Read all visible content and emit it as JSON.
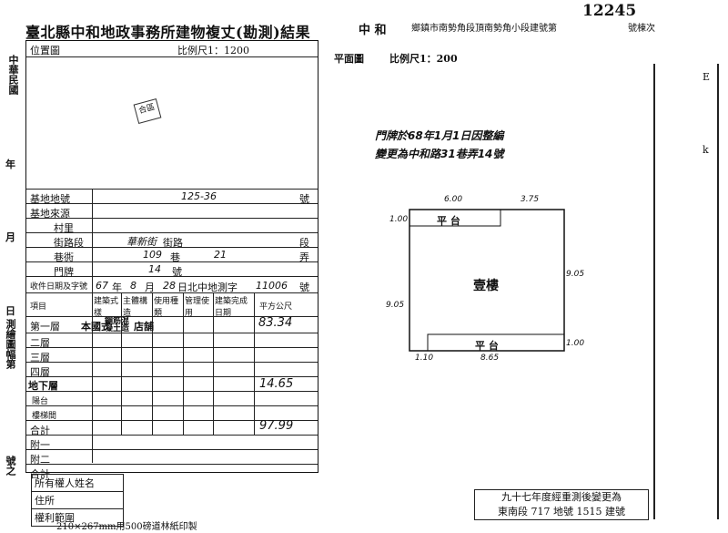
{
  "doc_title": "臺北縣中和地政事務所建物複丈(勘測)結果",
  "doc_number": "12245",
  "vertical_label": "中華民國",
  "side": {
    "year": "年",
    "month": "月",
    "day": "日",
    "survey_label": "測繪圖幅第",
    "number_of": "號之"
  },
  "location_map": {
    "label": "位置圖",
    "scale": "比例尺1：1200",
    "stamp": "合區"
  },
  "form": {
    "base_number_label": "基地地號",
    "base_number_value": "125-36",
    "hao": "號",
    "base_source_label": "基地來源",
    "village_label": "村里",
    "road_label": "街路段",
    "road_value": "華新街",
    "road_suffix": "街路",
    "section_suffix": "段",
    "lane_label": "巷衖",
    "lane_value": "109",
    "lane_suffix": "巷",
    "alley_value": "21",
    "alley_suffix": "弄",
    "door_label": "門牌",
    "door_value": "14",
    "door_suffix": "號",
    "case_label": "收件日期及字號",
    "case_year": "67",
    "case_month": "8",
    "case_day": "28",
    "y": "年",
    "m": "月",
    "d": "日北中地測字",
    "case_num": "11006",
    "head_item": "項目",
    "head_style": "建築式樣",
    "head_structure": "主體構造",
    "head_use": "使用種類",
    "head_manage": "管理使用",
    "head_completion": "建築完成日期",
    "head_area": "平方公尺",
    "floor1_label": "第一層",
    "style_value": "本國式",
    "structure_value": "鋼筋混凝土造",
    "use_value": "店舖",
    "floor1_area": "83.34",
    "floor2_label": "二層",
    "floor3_label": "三層",
    "floor4_label": "四層",
    "basement_label": "地下層",
    "basement_area": "14.65",
    "balcony_label": "陽台",
    "stair_label": "樓梯間",
    "total_label": "合計",
    "total_area": "97.99",
    "annex1_label": "附一",
    "annex2_label": "附二",
    "annex_total": "合計",
    "owner_label": "所有權人姓名",
    "address_label": "住所",
    "rights_label": "權利範圍"
  },
  "paper_note": "210×267mm用500磅道林紙印製",
  "address_header": {
    "prefix": "中 和",
    "text": "鄉鎮市南勢角段頂南勢角小段建號第",
    "suffix": "號棟次"
  },
  "plan": {
    "label": "平面圖",
    "scale": "比例尺1：200",
    "note1": "門牌於68年1月1日因整編",
    "note2": "變更為中和路31巷弄14號",
    "room_label": "壹樓",
    "platform_top": "平 台",
    "platform_bottom": "平 台",
    "dim_top_a": "6.00",
    "dim_top_b": "3.75",
    "dim_left_top": "1.00",
    "dim_right": "9.05",
    "dim_left": "9.05",
    "dim_right_bottom": "1.00",
    "dim_bottom_a": "1.10",
    "dim_bottom_b": "8.65"
  },
  "change_note": {
    "line1": "九十七年度經重測後變更為",
    "line2": "東南段 717 地號 1515 建號"
  },
  "right_panel": {
    "mark1": "E",
    "mark2": "k"
  }
}
